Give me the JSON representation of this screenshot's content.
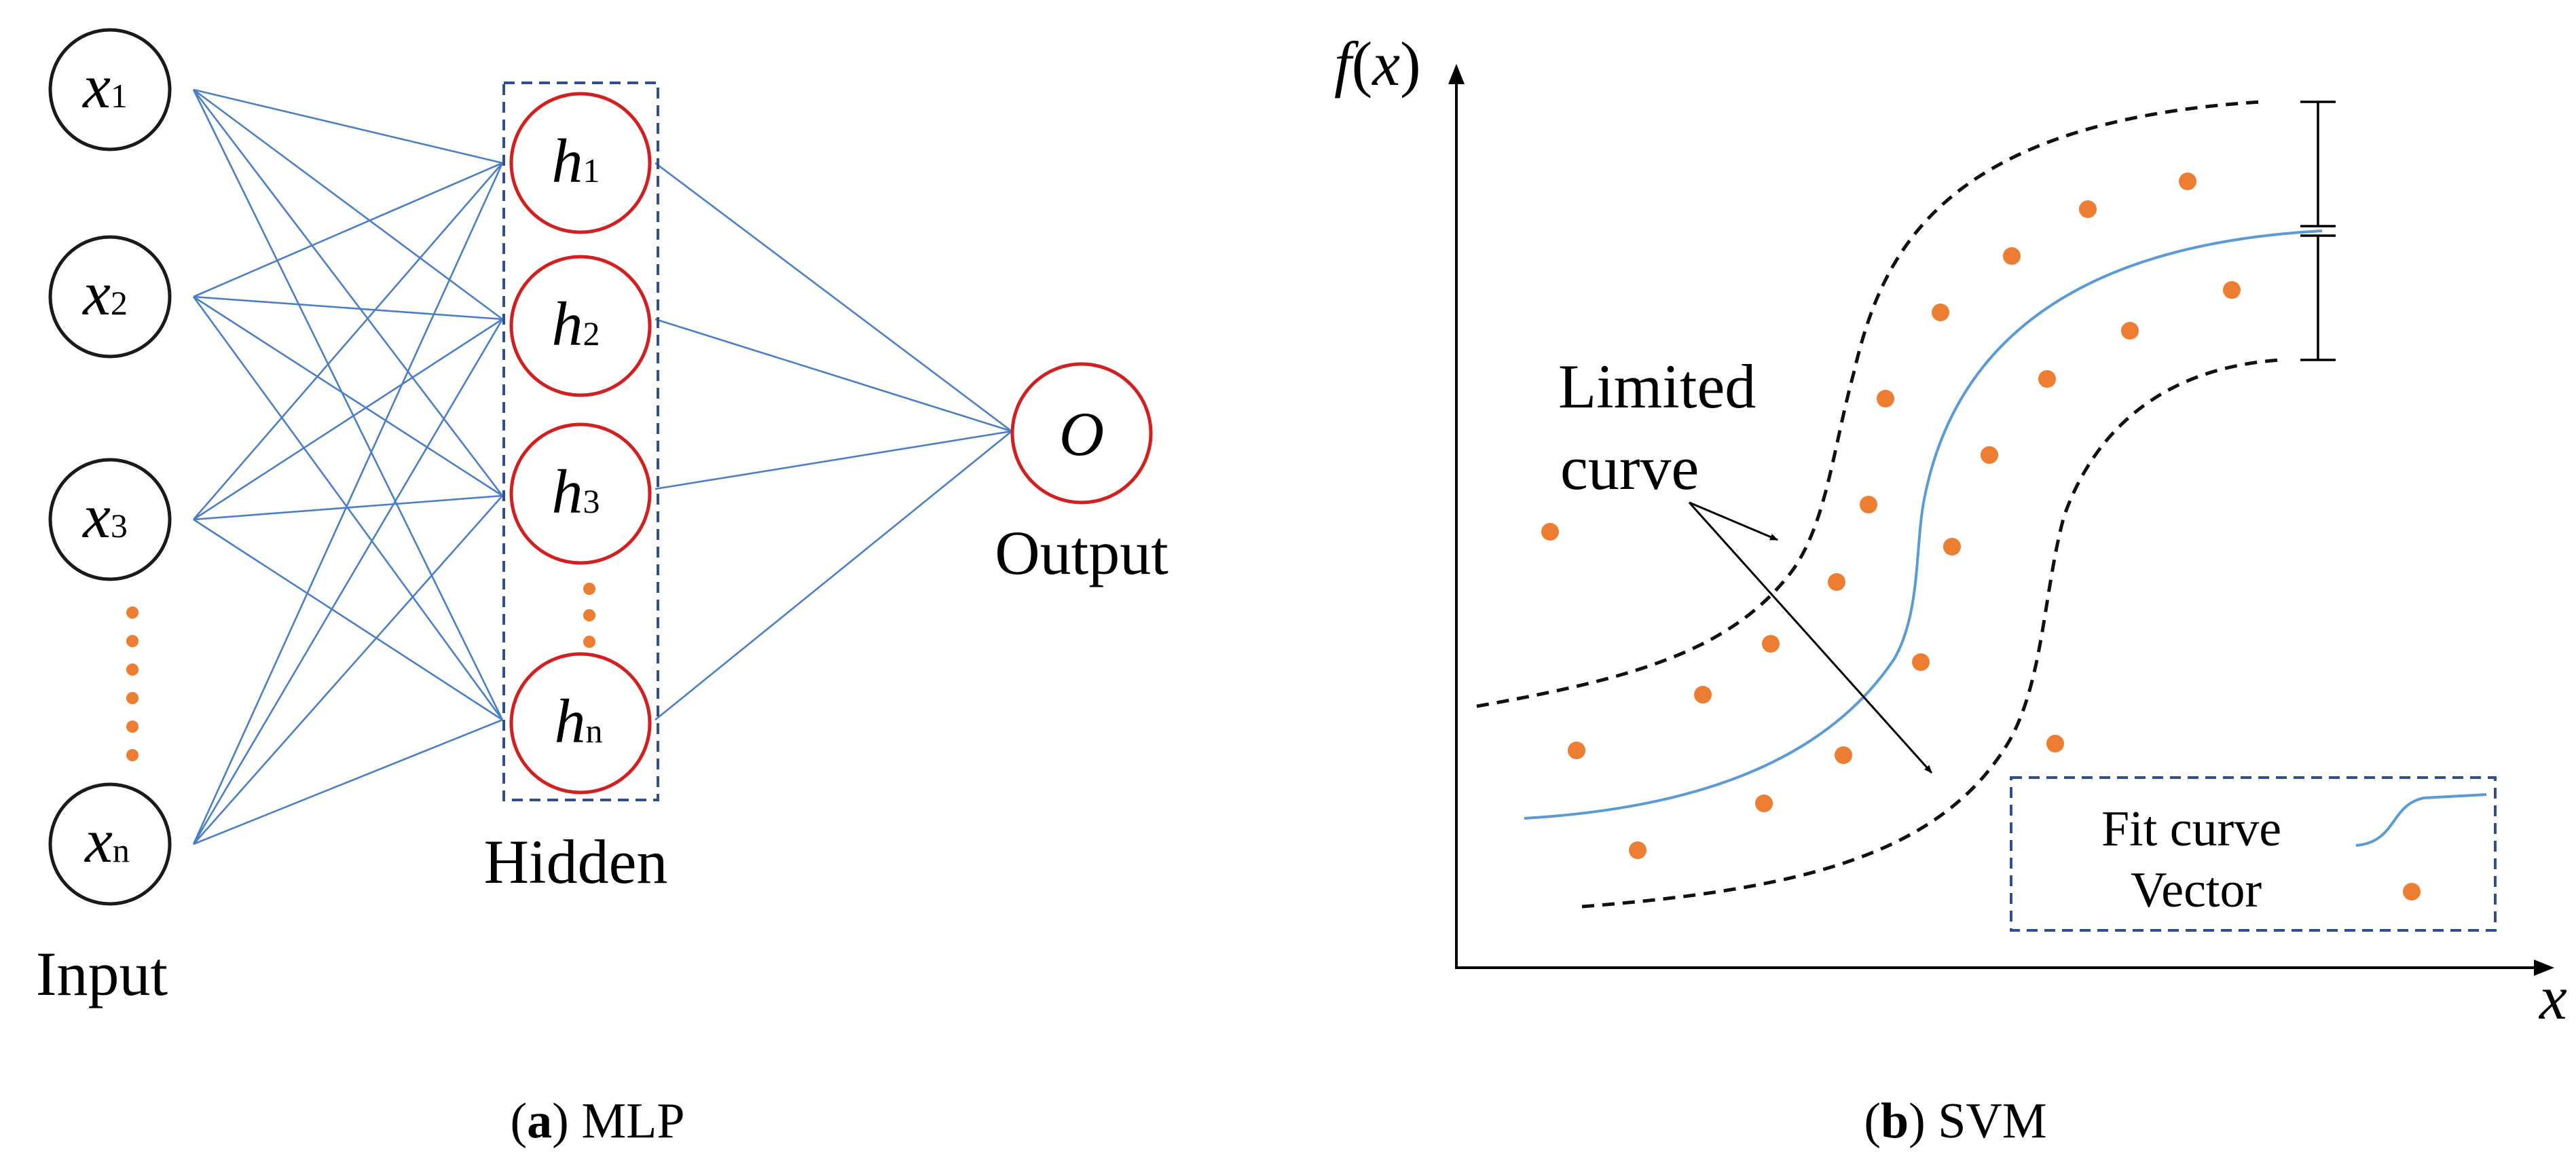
{
  "colors": {
    "connection": "#4a7fc8",
    "hidden_node": "#d21f1f",
    "input_node": "#1a1a1a",
    "dots": "#ed7d31",
    "fit_curve": "#5b9bd5",
    "box_dash": "#2f4f8f"
  },
  "mlp": {
    "inputs": [
      {
        "var": "x",
        "sub": "1"
      },
      {
        "var": "x",
        "sub": "2"
      },
      {
        "var": "x",
        "sub": "3"
      },
      {
        "var": "x",
        "sub": "n"
      }
    ],
    "hidden": [
      {
        "var": "h",
        "sub": "1"
      },
      {
        "var": "h",
        "sub": "2"
      },
      {
        "var": "h",
        "sub": "3"
      },
      {
        "var": "h",
        "sub": "n"
      }
    ],
    "output_symbol": "O",
    "input_label": "Input",
    "hidden_label": "Hidden",
    "output_label": "Output",
    "caption": {
      "letter": "a",
      "text": " MLP"
    }
  },
  "svm": {
    "y_axis_label": {
      "f": "f",
      "open": "(",
      "x": "x",
      "close": ")"
    },
    "x_axis_label": "x",
    "annotation_line1": "Limited",
    "annotation_line2": "curve",
    "legend": {
      "fit_curve": "Fit curve",
      "vector": "Vector"
    },
    "caption": {
      "letter": "b",
      "text": " SVM"
    }
  }
}
